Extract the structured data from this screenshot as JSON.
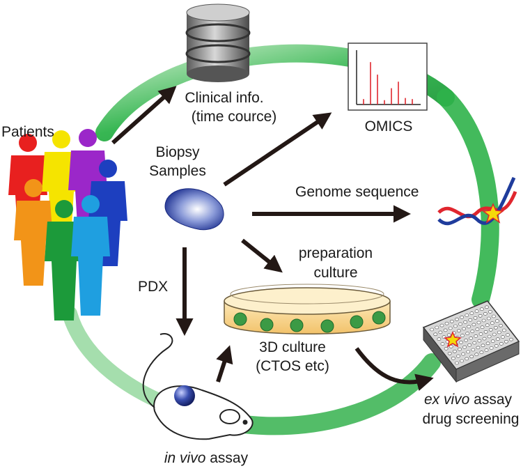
{
  "labels": {
    "patients": "Patients",
    "clinical_line1": "Clinical info.",
    "clinical_line2": "(time cource)",
    "omics": "OMICS",
    "biopsy_line1": "Biopsy",
    "biopsy_line2": "Samples",
    "genome": "Genome sequence",
    "prep_line1": "preparation",
    "prep_line2": "culture",
    "pdx": "PDX",
    "culture_line1": "3D culture",
    "culture_line2": "(CTOS etc)",
    "exvivo_italic": "ex vivo",
    "exvivo_rest": " assay",
    "drug_screening": "drug screening",
    "invivo_italic": "in vivo",
    "invivo_rest": " assay"
  },
  "colors": {
    "cycle_green": "#2db34a",
    "arrow": "#231815",
    "dna_red": "#e0262e",
    "dna_blue": "#1f3c9c",
    "figure_colors": [
      "#e8201f",
      "#f5e400",
      "#9b27c9",
      "#1d3fbf",
      "#f29418",
      "#1c9a3a",
      "#1f9fe0"
    ],
    "tumor": "#3a4fb0",
    "colony": "#3c9a45"
  },
  "omics_peaks": [
    0.1,
    0.78,
    0.55,
    0.08,
    0.3,
    0.42,
    0.12,
    0.1
  ]
}
